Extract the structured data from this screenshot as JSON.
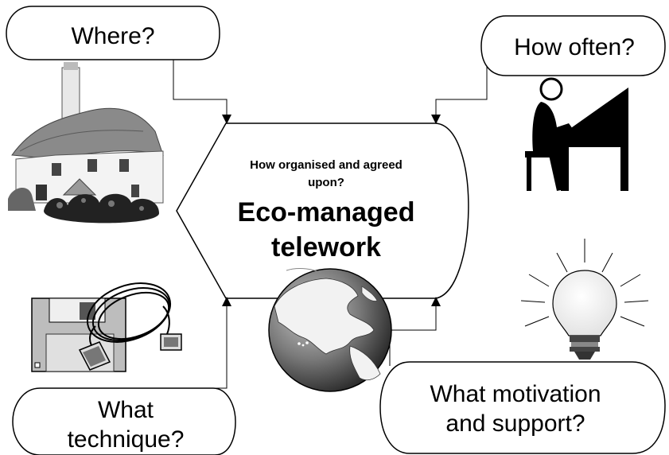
{
  "bubbles": {
    "where": "Where?",
    "how_often": "How often?",
    "technique_line1": "What",
    "technique_line2": "technique?",
    "motivation_line1": "What motivation",
    "motivation_line2": "and support?"
  },
  "center": {
    "question_line1": "How organised and agreed",
    "question_line2": "upon?",
    "title_line1": "Eco-managed",
    "title_line2": "telework"
  },
  "illustrations": {
    "house": "thatched-cottage",
    "worker": "person-at-desk",
    "cable": "floppy-disk-and-cable",
    "bulb": "light-bulb",
    "globe": "globe"
  }
}
